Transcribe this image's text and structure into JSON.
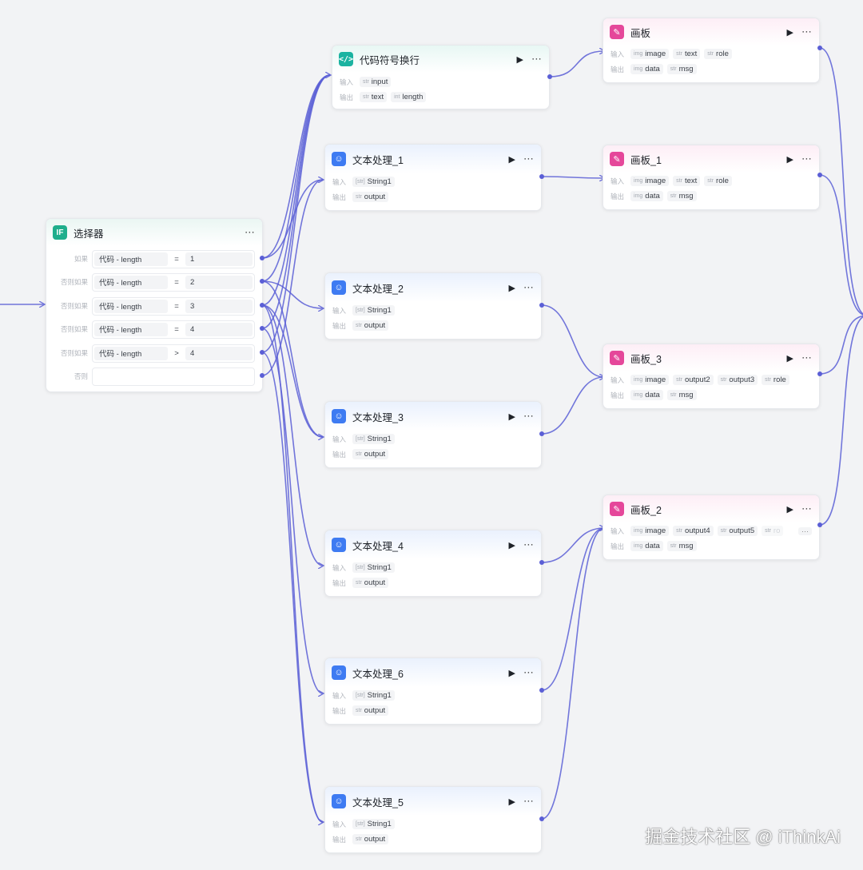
{
  "colors": {
    "edge": "#5b5fd6",
    "code_icon": "#1bb3a1",
    "text_icon": "#3e7bf2",
    "board_icon": "#e5479a",
    "selector_icon": "#1fae8c"
  },
  "labels": {
    "input": "输入",
    "output": "输出",
    "run_icon": "play-icon",
    "more_icon": "more-icon"
  },
  "selector": {
    "icon": "IF",
    "title": "选择器",
    "conditions": [
      {
        "label": "如果",
        "lhs": "代码 - length",
        "op": "=",
        "rhs": "1"
      },
      {
        "label": "否则如果",
        "lhs": "代码 - length",
        "op": "=",
        "rhs": "2"
      },
      {
        "label": "否则如果",
        "lhs": "代码 - length",
        "op": "=",
        "rhs": "3"
      },
      {
        "label": "否则如果",
        "lhs": "代码 - length",
        "op": "=",
        "rhs": "4"
      },
      {
        "label": "否则如果",
        "lhs": "代码 - length",
        "op": ">",
        "rhs": "4"
      }
    ],
    "else_label": "否则"
  },
  "code_node": {
    "title": "代码符号换行",
    "inputs": [
      {
        "type": "str",
        "name": "input"
      }
    ],
    "outputs": [
      {
        "type": "str",
        "name": "text"
      },
      {
        "type": "int",
        "name": "length"
      }
    ]
  },
  "text_nodes": [
    {
      "title": "文本处理_1",
      "input": "String1",
      "output": "output"
    },
    {
      "title": "文本处理_2",
      "input": "String1",
      "output": "output"
    },
    {
      "title": "文本处理_3",
      "input": "String1",
      "output": "output"
    },
    {
      "title": "文本处理_4",
      "input": "String1",
      "output": "output"
    },
    {
      "title": "文本处理_6",
      "input": "String1",
      "output": "output"
    },
    {
      "title": "文本处理_5",
      "input": "String1",
      "output": "output"
    }
  ],
  "text_type_tags": {
    "input": "[str]",
    "output": "str"
  },
  "board_nodes": [
    {
      "title": "画板",
      "inputs": [
        {
          "type": "img",
          "name": "image"
        },
        {
          "type": "str",
          "name": "text"
        },
        {
          "type": "str",
          "name": "role"
        }
      ],
      "outputs": [
        {
          "type": "img",
          "name": "data"
        },
        {
          "type": "str",
          "name": "msg"
        }
      ]
    },
    {
      "title": "画板_1",
      "inputs": [
        {
          "type": "img",
          "name": "image"
        },
        {
          "type": "str",
          "name": "text"
        },
        {
          "type": "str",
          "name": "role"
        }
      ],
      "outputs": [
        {
          "type": "img",
          "name": "data"
        },
        {
          "type": "str",
          "name": "msg"
        }
      ]
    },
    {
      "title": "画板_3",
      "inputs": [
        {
          "type": "img",
          "name": "image"
        },
        {
          "type": "str",
          "name": "output2"
        },
        {
          "type": "str",
          "name": "output3"
        },
        {
          "type": "str",
          "name": "role"
        }
      ],
      "outputs": [
        {
          "type": "img",
          "name": "data"
        },
        {
          "type": "str",
          "name": "msg"
        }
      ]
    },
    {
      "title": "画板_2",
      "inputs": [
        {
          "type": "img",
          "name": "image"
        },
        {
          "type": "str",
          "name": "output4"
        },
        {
          "type": "str",
          "name": "output5"
        },
        {
          "type": "str",
          "name": "ro",
          "faded": true
        }
      ],
      "outputs": [
        {
          "type": "img",
          "name": "data"
        },
        {
          "type": "str",
          "name": "msg"
        }
      ],
      "more": "···"
    }
  ],
  "watermark": "掘金技术社区 @ iThinkAi"
}
